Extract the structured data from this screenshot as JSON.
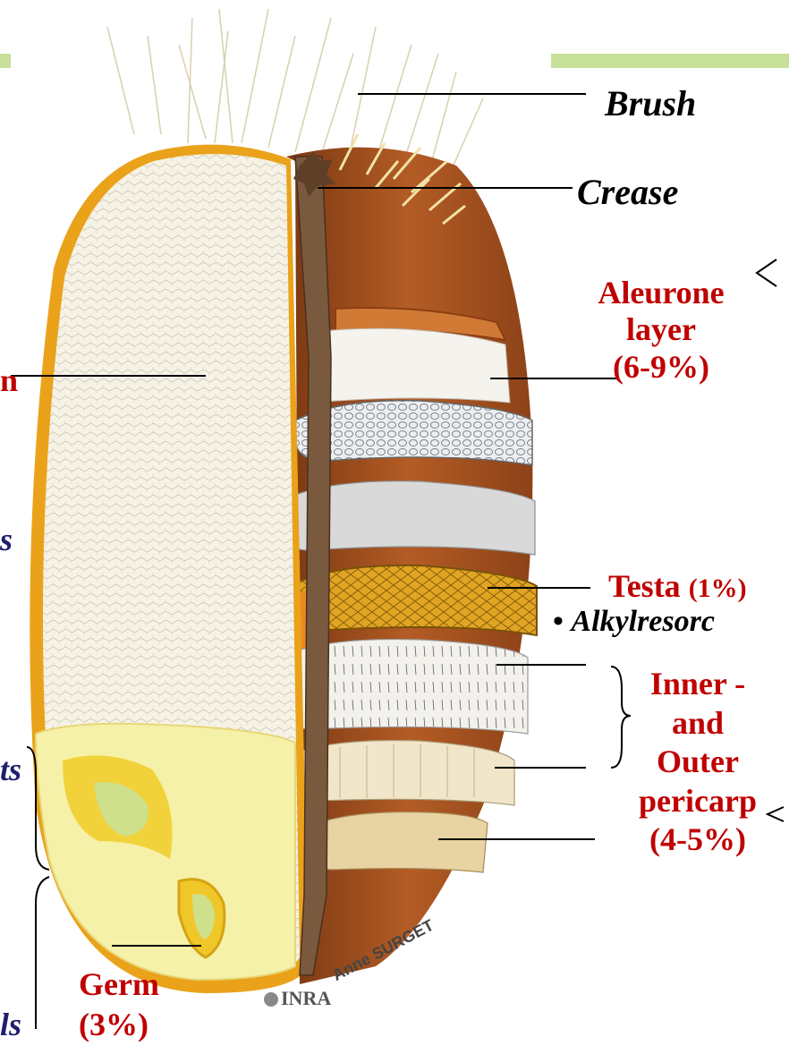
{
  "labels": {
    "brush": "Brush",
    "crease": "Crease",
    "aleurone": [
      "Aleurone",
      "layer",
      "(6-9%)"
    ],
    "testa": "Testa",
    "testa_pct": "(1%)",
    "bullet": "•",
    "alkylresorcinols": "Alkylresorc",
    "pericarp": [
      "Inner -",
      "and",
      "Outer",
      "pericarp",
      "(4-5%)"
    ],
    "germ": [
      "Germ",
      "(3%)"
    ],
    "left_partial": [
      "n",
      "s",
      "ts",
      "ls"
    ],
    "credit_logo": "INRA",
    "credit_name": "Anne SURGET"
  },
  "colors": {
    "label_red": "#c00000",
    "label_black": "#000000",
    "label_navy": "#1f1f6e",
    "accent_bar": "#c7e09a",
    "husk_brown": "#a3501e",
    "endosperm": "#f4efe2",
    "germ_yellow": "#f4ef9a",
    "testa_gold": "#e3a823"
  }
}
